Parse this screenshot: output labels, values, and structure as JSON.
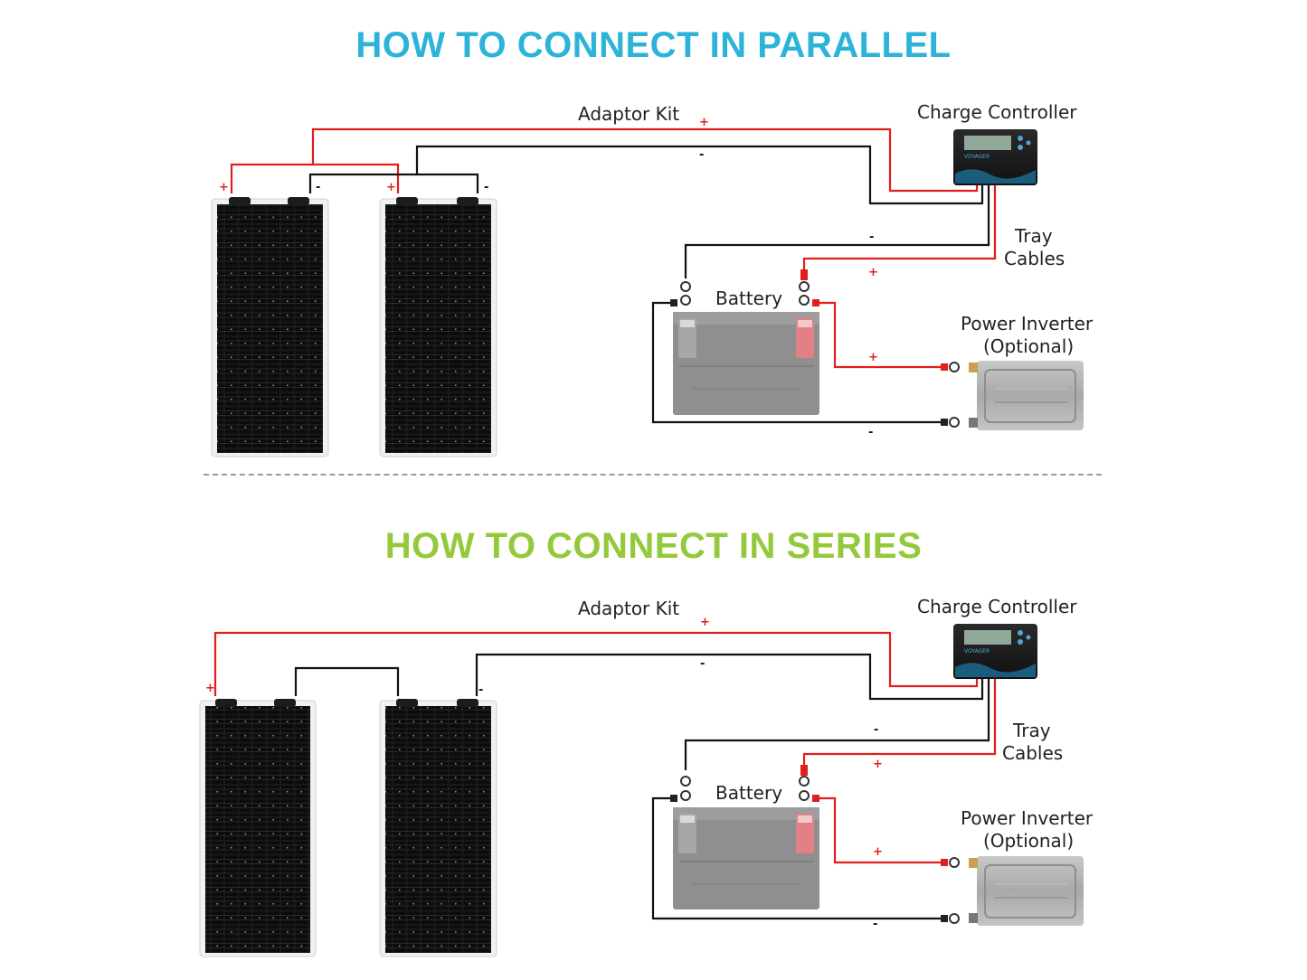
{
  "parallel": {
    "title": "HOW TO CONNECT IN PARALLEL",
    "adaptor_kit": "Adaptor Kit",
    "charge_controller": "Charge Controller",
    "tray_cables": [
      "Tray",
      "Cables"
    ],
    "battery": "Battery",
    "power_inverter": [
      "Power Inverter",
      "(Optional)"
    ]
  },
  "series": {
    "title": "HOW TO CONNECT IN SERIES",
    "adaptor_kit": "Adaptor Kit",
    "charge_controller": "Charge Controller",
    "tray_cables": [
      "Tray",
      "Cables"
    ],
    "battery": "Battery",
    "power_inverter": [
      "Power Inverter",
      "(Optional)"
    ]
  },
  "signs": {
    "positive": "+",
    "negative": "-"
  },
  "controller_brand": "VOYAGER",
  "colors": {
    "parallel_title": "#2bb3d9",
    "series_title": "#93c93b",
    "positive_wire": "#e01e1e",
    "negative_wire": "#111111"
  }
}
